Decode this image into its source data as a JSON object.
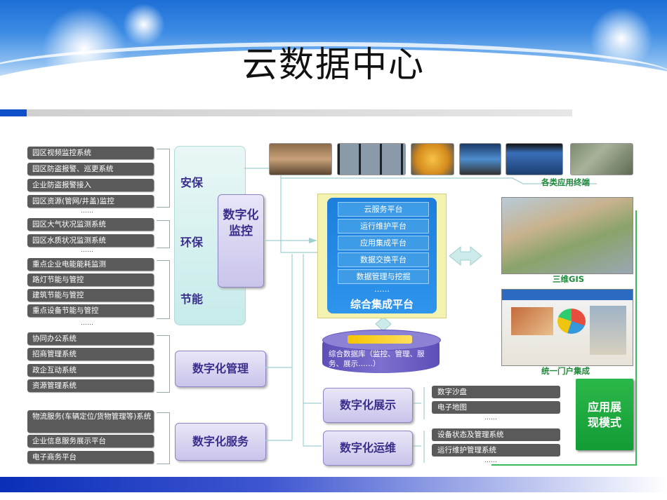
{
  "title": "云数据中心",
  "left_items": {
    "anbao": [
      "园区视频监控系统",
      "园区防盗报警、巡更系统",
      "企业防盗报警接入",
      "园区资源(管网/井盖)监控"
    ],
    "huanbao": [
      "园区大气状况监测系统",
      "园区水质状况监测系统"
    ],
    "jieneng": [
      "重点企业电能能耗监测",
      "路灯节能与管控",
      "建筑节能与管控",
      "重点设备节能与管控"
    ],
    "guanli": [
      "协同办公系统",
      "招商管理系统",
      "政企互动系统",
      "资源管理系统"
    ],
    "fuwu": [
      "物流服务(车辆定位/货物管理等)系统",
      "企业信息服务展示平台",
      "电子商务平台"
    ]
  },
  "ellipsis": "……",
  "categories": {
    "anbao": "安保",
    "huanbao": "环保",
    "jieneng": "节能",
    "jiankong": "数字化监控",
    "guanli": "数字化管理",
    "fuwu": "数字化服务",
    "zhanshi": "数字化展示",
    "yunwei": "数字化运维"
  },
  "platform": {
    "items": [
      "云服务平台",
      "运行维护平台",
      "应用集成平台",
      "数据交换平台",
      "数据管理与挖掘"
    ],
    "title": "综合集成平台"
  },
  "database": "综合数据库（监控、管理、服务、展示……）",
  "right_items": {
    "zhanshi": [
      "数字沙盘",
      "电子地图"
    ],
    "yunwei": [
      "设备状态及管理系统",
      "运行维护管理系统"
    ]
  },
  "captions": {
    "terminals": "各类应用终端",
    "gis": "三维GIS",
    "portal": "统一门户集成",
    "mode": "应用展现模式"
  },
  "colors": {
    "list_box": "#5a5a5a",
    "category_text": "#3a2e8c",
    "platform_blue": "#1d7edc",
    "mode_green": "#129c35"
  }
}
